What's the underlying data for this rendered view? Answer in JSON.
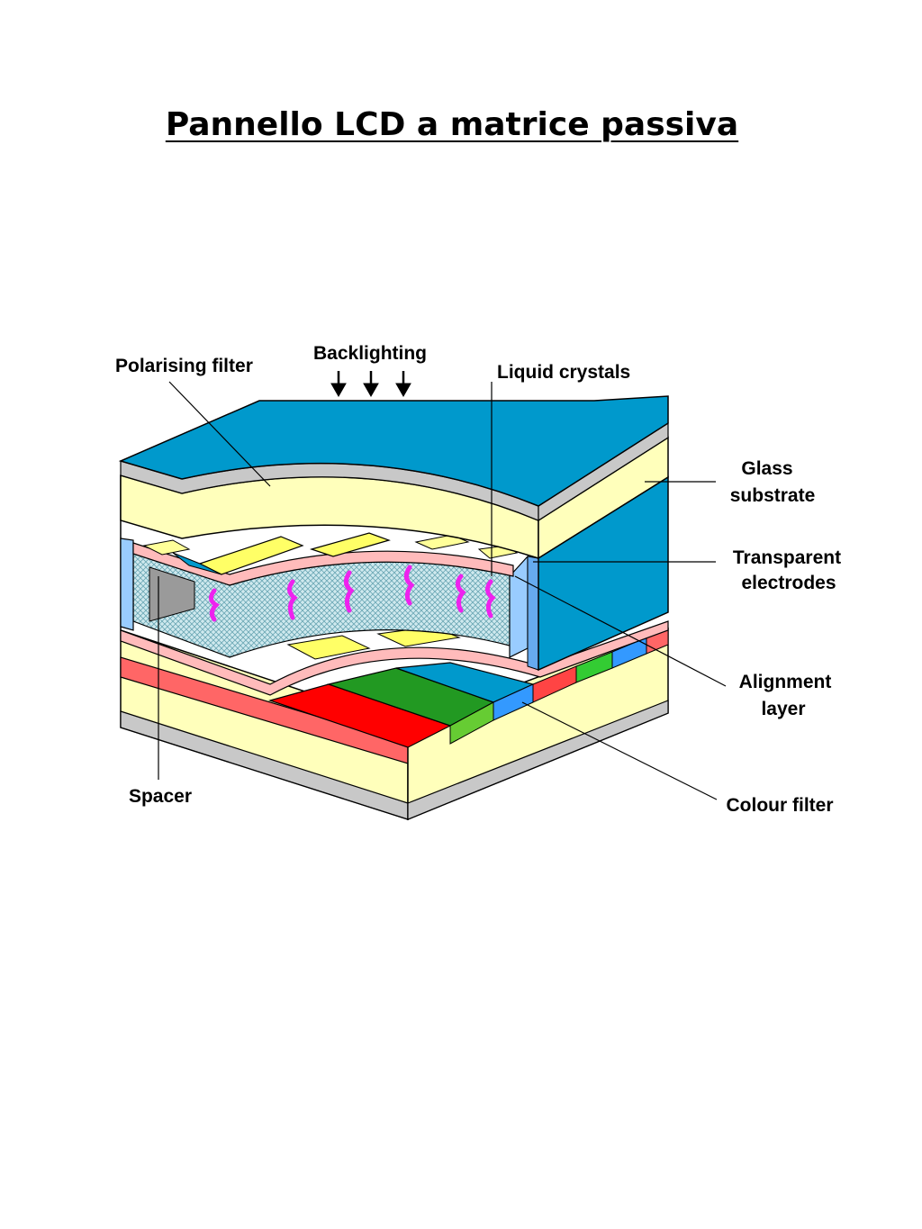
{
  "title": "Pannello LCD a matrice passiva",
  "labels": {
    "polarising_filter": "Polarising filter",
    "backlighting": "Backlighting",
    "liquid_crystals": "Liquid crystals",
    "glass_substrate_line1": "Glass",
    "glass_substrate_line2": "substrate",
    "transparent_electrodes_line1": "Transparent",
    "transparent_electrodes_line2": "electrodes",
    "alignment_layer_line1": "Alignment",
    "alignment_layer_line2": "layer",
    "colour_filter": "Colour filter",
    "spacer": "Spacer"
  },
  "colors": {
    "polariser_blue": "#0099cc",
    "glass_cream": "#ffffbb",
    "grey_edge": "#c8c8c8",
    "electrode_pink": "#ffbbbb",
    "filter_red": "#ff0000",
    "filter_green": "#229922",
    "spacer_blue": "#99ccff",
    "crystal_magenta": "#ee22ee"
  }
}
